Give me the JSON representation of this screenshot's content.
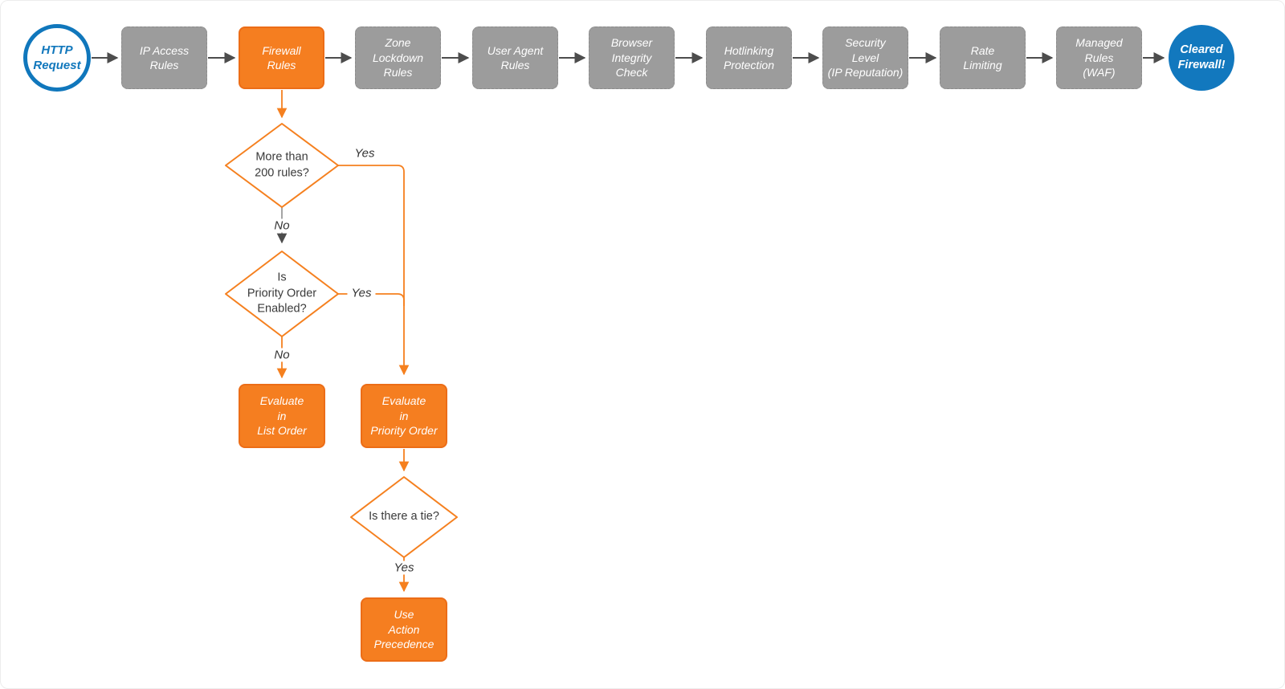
{
  "pipeline": {
    "start_label": "HTTP\nRequest",
    "end_label": "Cleared\nFirewall!",
    "stages": [
      {
        "label": "IP Access\nRules"
      },
      {
        "label": "Firewall\nRules",
        "highlighted": true
      },
      {
        "label": "Zone\nLockdown\nRules"
      },
      {
        "label": "User Agent\nRules"
      },
      {
        "label": "Browser\nIntegrity\nCheck"
      },
      {
        "label": "Hotlinking\nProtection"
      },
      {
        "label": "Security\nLevel\n(IP Reputation)"
      },
      {
        "label": "Rate\nLimiting"
      },
      {
        "label": "Managed\nRules\n(WAF)"
      }
    ]
  },
  "decisions": {
    "more_than_200": {
      "question": "More than\n200 rules?",
      "yes_label": "Yes",
      "no_label": "No"
    },
    "priority_enabled": {
      "question": "Is\nPriority Order\nEnabled?",
      "yes_label": "Yes",
      "no_label": "No"
    },
    "tie": {
      "question": "Is there a tie?",
      "yes_label": "Yes"
    }
  },
  "actions": {
    "list_order": "Evaluate\nin\nList Order",
    "priority_order": "Evaluate\nin\nPriority Order",
    "action_precedence": "Use\nAction\nPrecedence"
  },
  "colors": {
    "accent_orange": "#F57E20",
    "accent_orange_border": "#EC6D17",
    "accent_blue": "#1077BC",
    "box_gray": "#9C9C9C",
    "connector_gray": "#4D4D4D",
    "text_dark": "#3A3A3A"
  }
}
